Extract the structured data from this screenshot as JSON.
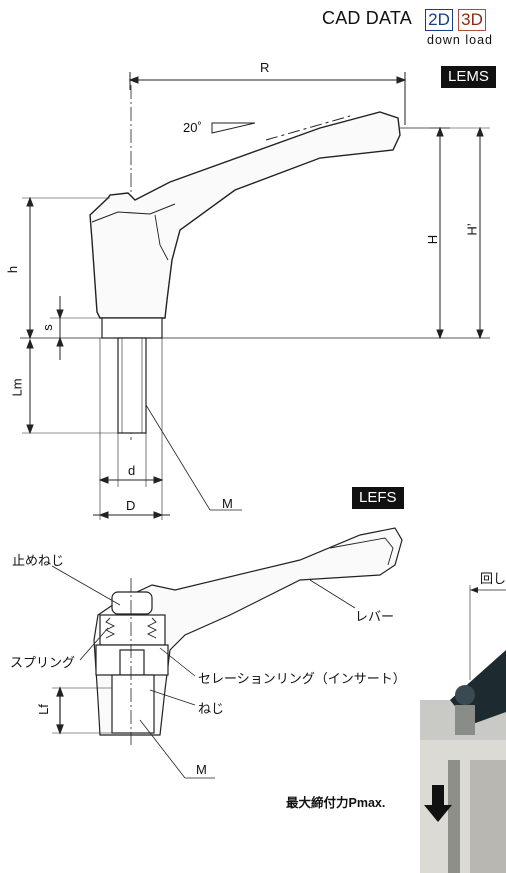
{
  "header": {
    "cad_label": "CAD DATA",
    "btn_2d": "2D",
    "btn_3d": "3D",
    "download": "down load"
  },
  "lems": {
    "badge": "LEMS",
    "dims": {
      "R": "R",
      "angle": "20˚",
      "H": "H",
      "H_prime": "H’",
      "h": "h",
      "s": "s",
      "Lm": "Lm",
      "d": "d",
      "D": "D",
      "M": "M"
    }
  },
  "lefs": {
    "badge": "LEFS",
    "labels": {
      "set_screw": "止めねじ",
      "spring": "スプリング",
      "lever": "レバー",
      "serration_ring": "セレーションリング（インサート）",
      "screw": "ねじ",
      "Lf": "Lf",
      "M": "M",
      "rotate": "回し",
      "max_clamp": "最大締付力Pmax."
    }
  }
}
